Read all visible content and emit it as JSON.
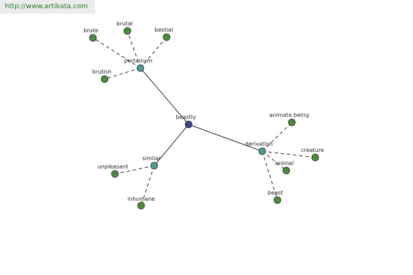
{
  "header": {
    "url": "http://www.artikata.com"
  },
  "colors": {
    "root": "#3a3f8f",
    "relation": "#4e9a98",
    "leaf": "#4c8a3c",
    "url_text": "#2a7a2a"
  },
  "graph": {
    "root": {
      "id": "beastly",
      "label": "beastly"
    },
    "relations": [
      {
        "id": "pertainym",
        "label": "pertainym",
        "words": [
          {
            "id": "brute",
            "label": "brute"
          },
          {
            "id": "brutal",
            "label": "brutal"
          },
          {
            "id": "bestial",
            "label": "bestial"
          },
          {
            "id": "brutish",
            "label": "brutish"
          }
        ]
      },
      {
        "id": "derivation",
        "label": "derivation",
        "words": [
          {
            "id": "animate-being",
            "label": "animate being"
          },
          {
            "id": "creature",
            "label": "creature"
          },
          {
            "id": "animal",
            "label": "animal"
          },
          {
            "id": "beast",
            "label": "beast"
          }
        ]
      },
      {
        "id": "similar",
        "label": "similar",
        "words": [
          {
            "id": "unpleasant",
            "label": "unpleasant"
          },
          {
            "id": "inhumane",
            "label": "inhumane"
          }
        ]
      }
    ]
  }
}
